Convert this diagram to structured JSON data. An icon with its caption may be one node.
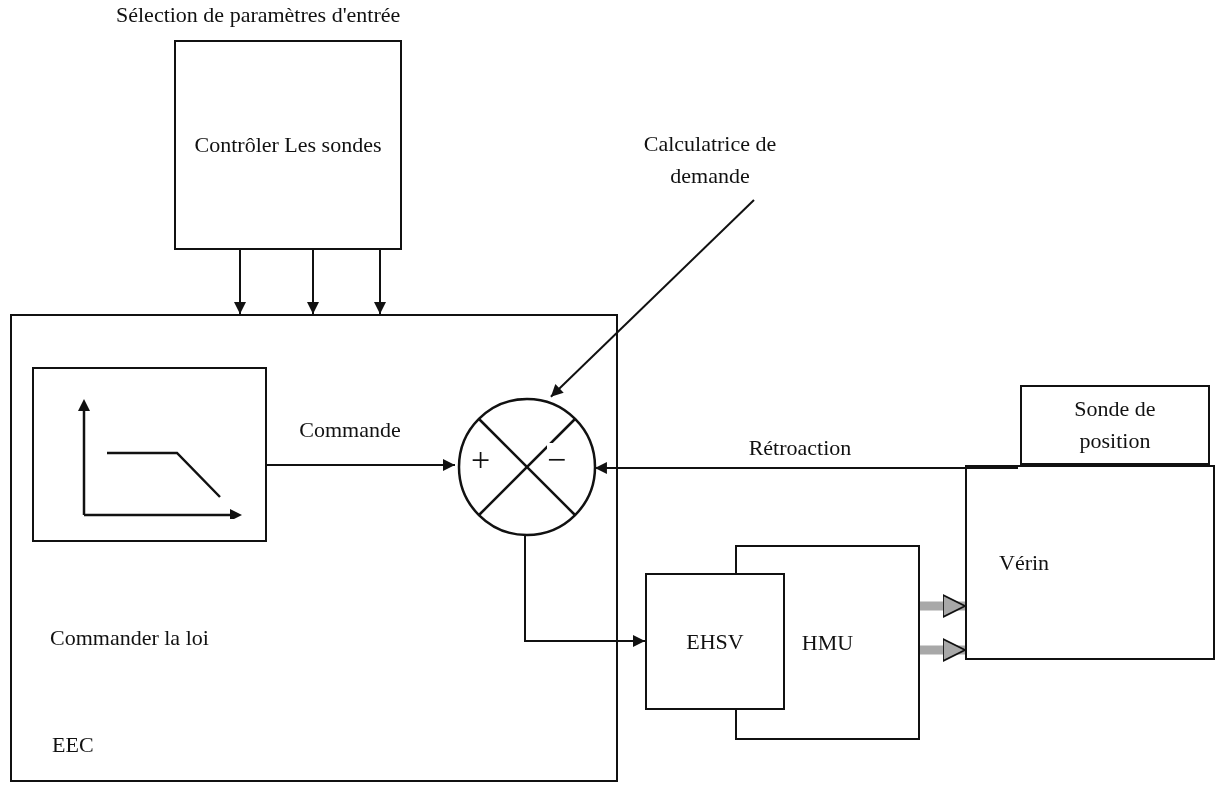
{
  "diagram": {
    "nodes": [
      {
        "text": [
          "Sélection de paramètres d'entrée",
          "Contrôler Les sondes"
        ]
      },
      {
        "text": [
          "EEC"
        ]
      },
      {
        "text": [],
        "shape": "box",
        "in": 1
      },
      {
        "text": [
          "+",
          "−"
        ],
        "in": 1
      },
      {
        "text": [
          "Calculatrice de demande"
        ]
      },
      {
        "text": [
          "Sonde de position"
        ]
      },
      {
        "text": [
          "Vérin"
        ]
      },
      {
        "text": [
          "HMU"
        ]
      },
      {
        "text": [
          "EHSV"
        ]
      }
    ],
    "edges": [
      {
        "from": 0,
        "to": 1,
        "arrow": "to"
      },
      {
        "from": 0,
        "to": 1,
        "arrow": "to"
      },
      {
        "from": 0,
        "to": 1,
        "arrow": "to"
      },
      {
        "from": 2,
        "to": 3,
        "arrow": "to",
        "label": "Commande"
      },
      {
        "from": 5,
        "to": 3,
        "arrow": "to",
        "label": "Rétroaction"
      },
      {
        "from": 3,
        "to": 8,
        "arrow": "to"
      },
      {
        "from": 7,
        "to": 6,
        "arrow": "to",
        "style": "thick",
        "color": "#a8a8a8"
      },
      {
        "from": 7,
        "to": 6,
        "arrow": "to",
        "style": "thick",
        "color": "#a8a8a8"
      },
      {
        "from": 4,
        "to": 3,
        "arrow": "to"
      }
    ],
    "labels": [
      "Commander la loi"
    ]
  }
}
